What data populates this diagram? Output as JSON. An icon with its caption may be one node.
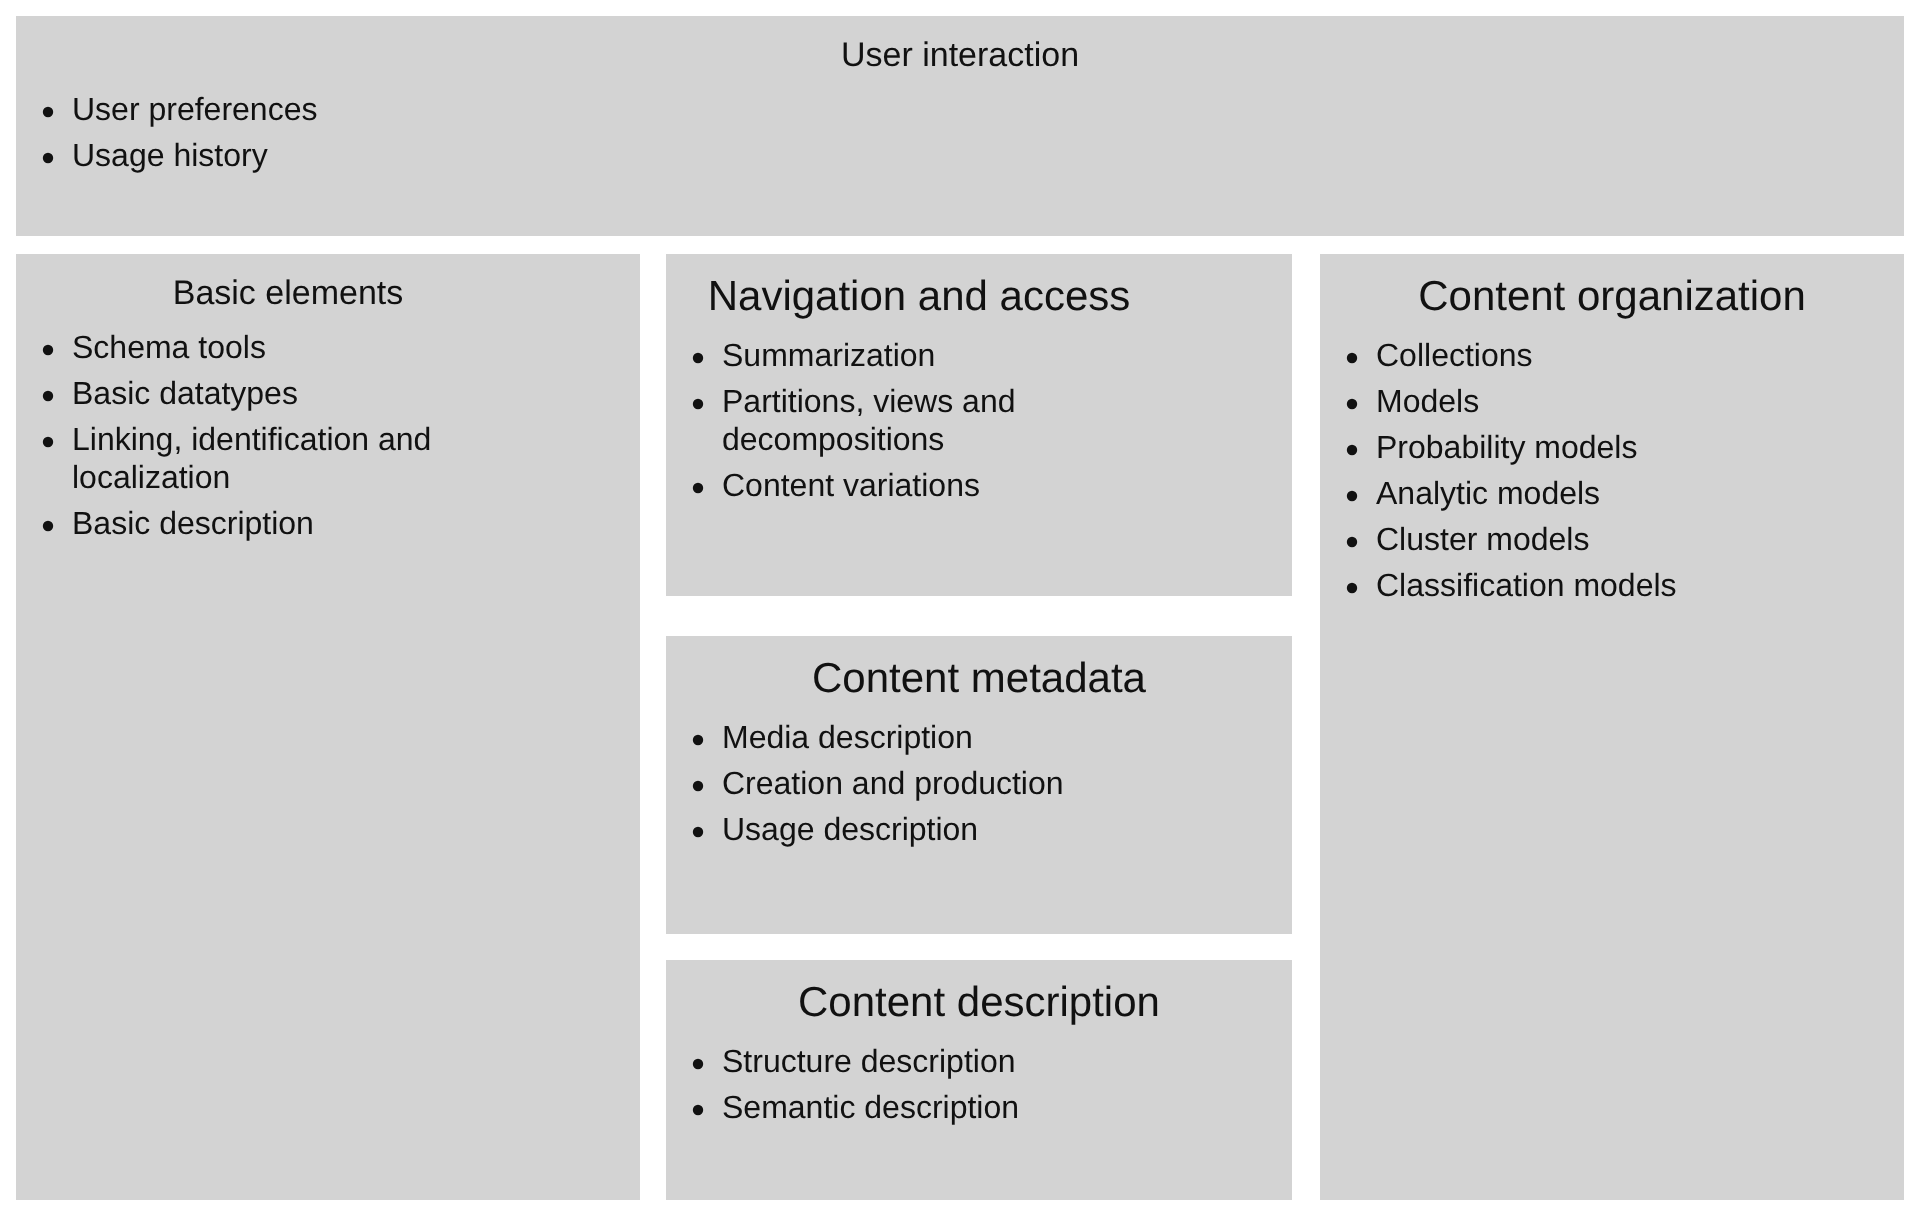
{
  "diagram": {
    "nodes": [
      {
        "text": [
          "User interaction",
          "User preferences",
          "Usage history"
        ]
      },
      {
        "text": [
          "Basic elements",
          "Schema tools",
          "Basic datatypes",
          "Linking, identification and localization",
          "Basic description"
        ]
      },
      {
        "text": [
          "Navigation and access",
          "Summarization",
          "Partitions, views and decompositions",
          "Content variations"
        ]
      },
      {
        "text": [
          "Content metadata",
          "Media description",
          "Creation and production",
          "Usage description"
        ]
      },
      {
        "text": [
          "Content description",
          "Structure description",
          "Semantic description"
        ]
      },
      {
        "text": [
          "Content organization",
          "Collections",
          "Models",
          "Probability models",
          "Analytic models",
          "Cluster models",
          "Classification models"
        ]
      }
    ]
  }
}
